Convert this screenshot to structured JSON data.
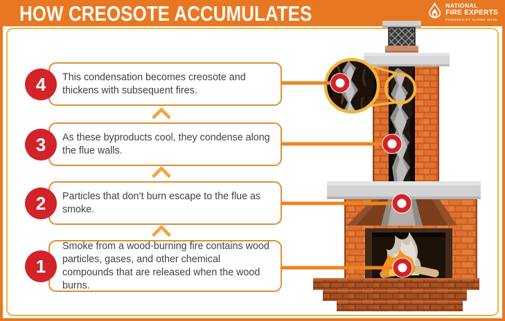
{
  "header": {
    "title": "HOW CREOSOTE ACCUMULATES",
    "logo": {
      "brand_line1": "NATIONAL",
      "brand_line2": "FIRE EXPERTS",
      "tagline": "POWERED BY ALPINE INTEL",
      "icon": "flame-icon"
    }
  },
  "steps": [
    {
      "number": "4",
      "text": "This condensation becomes creosote and thickens with subsequent fires."
    },
    {
      "number": "3",
      "text": "As these byproducts cool, they condense along the flue walls."
    },
    {
      "number": "2",
      "text": "Particles that don’t burn escape to the flue as smoke."
    },
    {
      "number": "1",
      "text": "Smoke from a wood-burning fire contains wood particles, gases, and other chemical compounds that are released when the wood burns."
    }
  ],
  "icons": {
    "chevron": "chevron-up-icon",
    "marker": "location-marker-dot",
    "magnifier": "magnifier-zoom-circle"
  },
  "colors": {
    "header_orange": "#E87722",
    "gold_accent": "#F2B43E",
    "box_border": "#DE8E35",
    "connector_orange": "#EC8420",
    "badge_red": "#D2232A",
    "text_dark": "#414042",
    "brick_orange": "#E0712F",
    "mortar": "#C0591F",
    "concrete_gray": "#D5D5D5"
  }
}
